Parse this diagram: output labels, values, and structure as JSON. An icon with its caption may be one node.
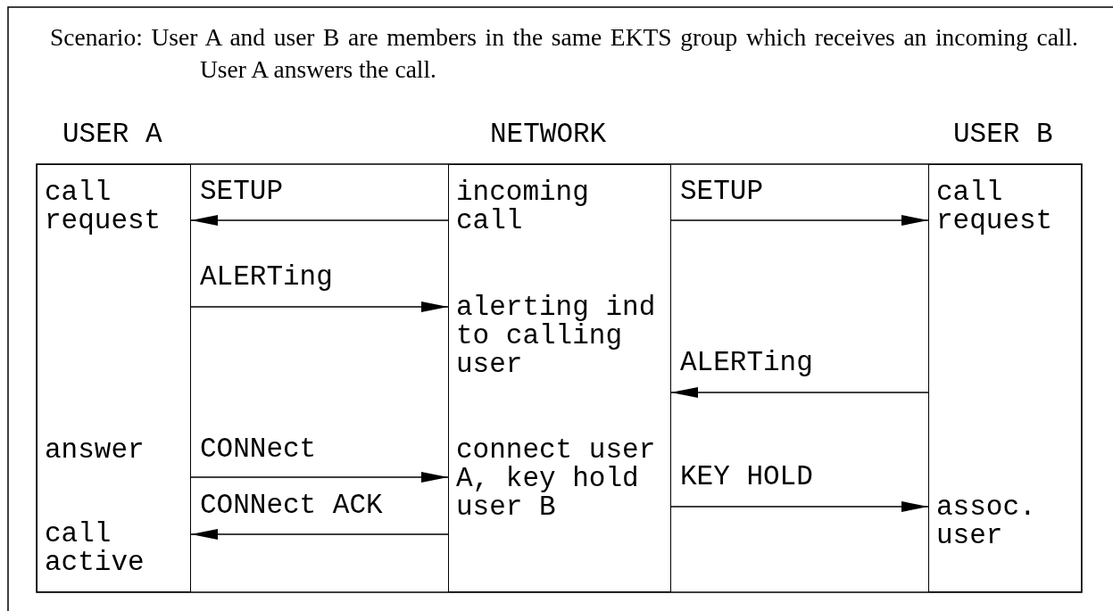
{
  "diagram": {
    "title": "Scenario: User A and user B are members in the same EKTS group which receives an incoming call. User A answers the call.",
    "nodes": [
      {
        "text": [
          "call request",
          "answer",
          "call active"
        ],
        "beside": [
          "USER A"
        ]
      },
      {
        "text": [
          "incoming call",
          "alerting ind to calling user",
          "connect user A, key hold user B"
        ],
        "beside": [
          "NETWORK"
        ]
      },
      {
        "text": [
          "call request",
          "assoc. user"
        ],
        "beside": [
          "USER B"
        ]
      }
    ],
    "edges": [
      {
        "from": 1,
        "to": 0,
        "arrow": "to",
        "label": "SETUP"
      },
      {
        "from": 1,
        "to": 2,
        "arrow": "to",
        "label": "SETUP"
      },
      {
        "from": 0,
        "to": 1,
        "arrow": "to",
        "label": "ALERTing"
      },
      {
        "from": 2,
        "to": 1,
        "arrow": "to",
        "label": "ALERTing"
      },
      {
        "from": 0,
        "to": 1,
        "arrow": "to",
        "label": "CONNect"
      },
      {
        "from": 1,
        "to": 0,
        "arrow": "to",
        "label": "CONNect ACK"
      },
      {
        "from": 1,
        "to": 2,
        "arrow": "to",
        "label": "KEY HOLD"
      }
    ]
  }
}
